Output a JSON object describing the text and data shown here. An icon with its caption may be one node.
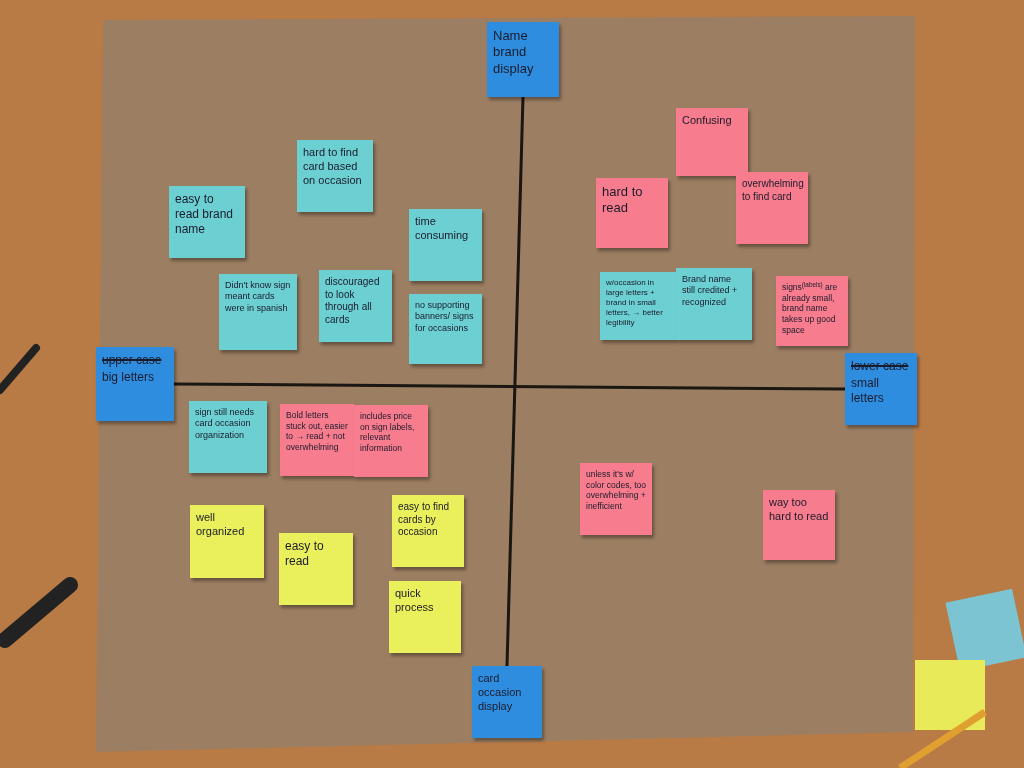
{
  "diagram": {
    "nodes": [
      {
        "text": [
          "Name brand display"
        ]
      },
      {
        "text": [
          "easy to read brand name"
        ]
      },
      {
        "text": [
          "hard to find card based on occasion"
        ]
      },
      {
        "text": [
          "time consuming"
        ]
      },
      {
        "text": [
          "Didn't know sign meant cards were in spanish"
        ]
      },
      {
        "text": [
          "discouraged to look through all cards"
        ]
      },
      {
        "text": [
          "no supporting banners/ signs for occasions"
        ]
      },
      {
        "text": [
          "Confusing"
        ]
      },
      {
        "text": [
          "hard to read"
        ]
      },
      {
        "text": [
          "overwhelming to find card"
        ]
      },
      {
        "text": [
          "w/occasion in large letters + brand in small letters, → better legibility"
        ]
      },
      {
        "text": [
          "Brand name still credited + recognized"
        ]
      },
      {
        "text": [
          "signs$^{(labels)}$ are already small, brand name takes up good space"
        ]
      },
      {
        "text": [
          "upper case",
          "big letters"
        ]
      },
      {
        "text": [
          "lower case",
          "small letters"
        ]
      },
      {
        "text": [
          "sign still needs card occasion organization"
        ]
      },
      {
        "text": [
          "Bold letters stuck out, easier to → read + not overwhelming"
        ]
      },
      {
        "text": [
          "includes price on sign labels, relevant information"
        ]
      },
      {
        "text": [
          "unless it's w/ color codes, too overwhelming + inefficient"
        ]
      },
      {
        "text": [
          "way too hard to read"
        ]
      },
      {
        "text": [
          "well organized"
        ]
      },
      {
        "text": [
          "easy to read"
        ]
      },
      {
        "text": [
          "easy to find cards by occasion"
        ]
      },
      {
        "text": [
          "quick process"
        ]
      },
      {
        "text": [
          "card occasion display"
        ]
      }
    ],
    "edges": [
      {
        "from": 0,
        "to": 24,
        "arrow": "none"
      },
      {
        "from": 13,
        "to": 14,
        "arrow": "none"
      }
    ]
  }
}
